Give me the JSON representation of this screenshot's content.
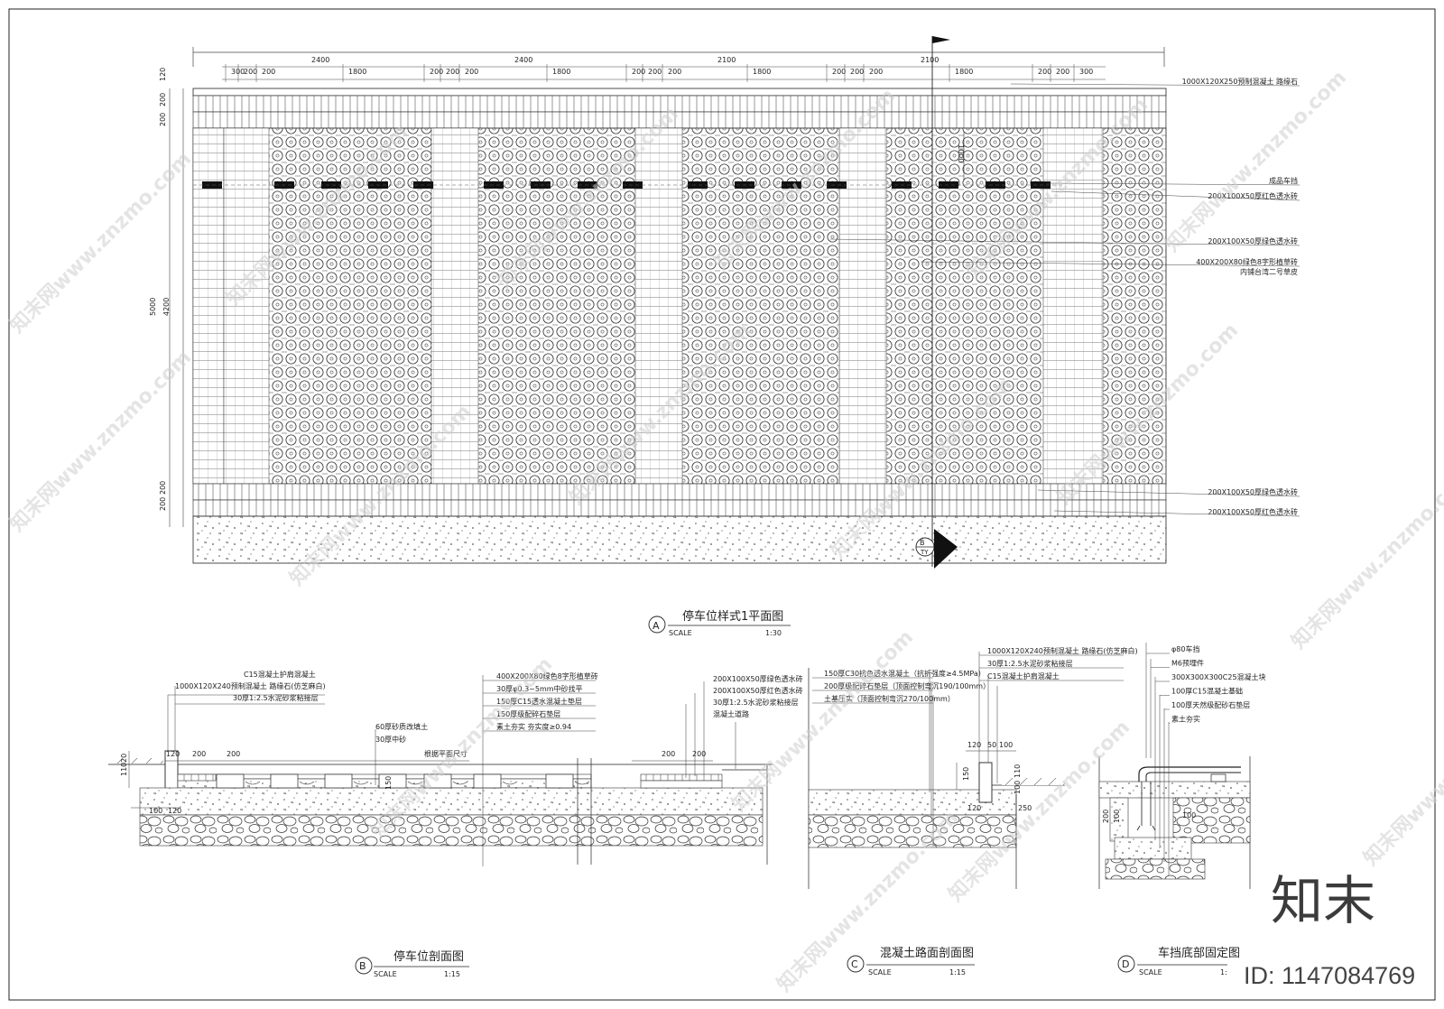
{
  "plan": {
    "top_dims_major": [
      "2400",
      "2400",
      "2100",
      "2100"
    ],
    "top_dims_minor": [
      "300",
      "200",
      "200",
      "1800",
      "200",
      "200",
      "200",
      "1800",
      "200",
      "200",
      "200",
      "1800",
      "200",
      "200",
      "200",
      "1800",
      "200",
      "200",
      "300"
    ],
    "left_dims": [
      "120",
      "200",
      "200",
      "5000",
      "4200",
      "200",
      "200"
    ],
    "dim_1000": "1000",
    "callouts": [
      "1000X120X250预制混凝土 路缘石",
      "成品车挡",
      "200X100X50厚红色透水砖",
      "200X100X50厚绿色透水砖",
      "400X200X80绿色8字形植草砖",
      "内铺台湾二号草皮",
      "200X100X50厚绿色透水砖",
      "200X100X50厚红色透水砖"
    ],
    "section_mark": "B",
    "section_sheet": "TY",
    "title_letter": "A",
    "title": "停车位样式1平面图",
    "scale_label": "SCALE",
    "scale": "1:30"
  },
  "section_b": {
    "labels_left": [
      "C15混凝土护肩混凝土",
      "1000X120X240预制混凝土 路缘石(仿芝麻白)",
      "30厚1:2.5水泥砂浆粘接层"
    ],
    "labels_mid": [
      "60厚砂质改填土",
      "30厚中砂"
    ],
    "labels_right": [
      "400X200X80绿色8字形植草砖",
      "30厚φ0.3~5mm中砂找平",
      "150厚C15透水混凝土垫层",
      "150厚级配碎石垫层",
      "素土夯实  夯实度≥0.94"
    ],
    "labels_far": [
      "200X100X50厚绿色透水砖",
      "200X100X50厚红色透水砖",
      "30厚1:2.5水泥砂浆粘接层",
      "混凝土道路"
    ],
    "note": "根据平面尺寸",
    "dims": [
      "120",
      "200",
      "200",
      "200",
      "200",
      "100",
      "120",
      "150",
      "110",
      "20"
    ],
    "title_letter": "B",
    "title": "停车位剖面图",
    "scale_label": "SCALE",
    "scale": "1:15"
  },
  "section_c": {
    "labels_left": [
      "150厚C30抗色透水混凝土（抗折强度≥4.5MPa）",
      "200厚级配碎石垫层（顶面控制弯沉190/100mm）",
      "土基压实（顶面控制弯沉270/100mm）"
    ],
    "labels_right": [
      "1000X120X240预制混凝土 路缘石(仿芝麻白)",
      "30厚1:2.5水泥砂浆粘接层",
      "C15混凝土护肩混凝土"
    ],
    "dims": [
      "120",
      "50",
      "100",
      "150",
      "120",
      "250",
      "110",
      "100"
    ],
    "title_letter": "C",
    "title": "混凝土路面剖面图",
    "scale_label": "SCALE",
    "scale": "1:15"
  },
  "section_d": {
    "labels": [
      "φ80车挡",
      "M6预埋件",
      "300X300X300C25混凝土块",
      "100厚C15混凝土基础",
      "100厚天然级配砂石垫层",
      "素土夯实"
    ],
    "dims": [
      "200",
      "100",
      "100"
    ],
    "title_letter": "D",
    "title": "车挡底部固定图",
    "scale_label": "SCALE",
    "scale": "1:"
  },
  "watermark": "知末网www.znzmo.com",
  "watermark_short": "www.znzmo.com",
  "brand": "知末",
  "id_text": "ID: 1147084769"
}
